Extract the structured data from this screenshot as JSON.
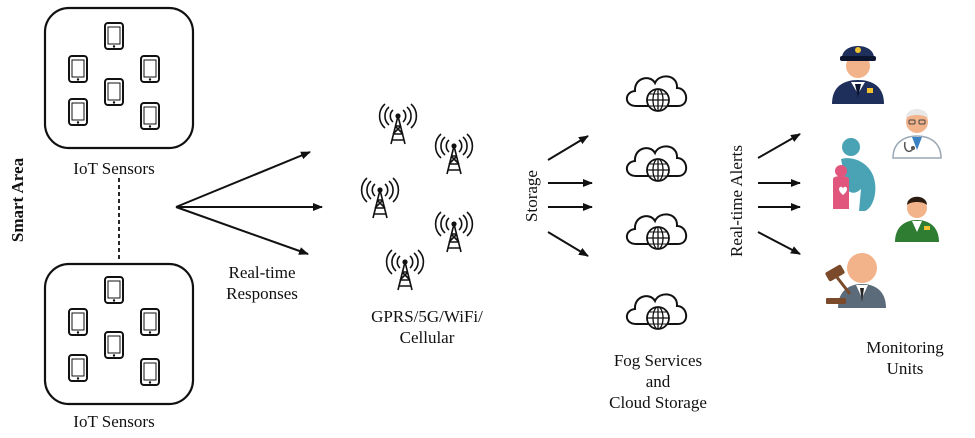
{
  "side_label": "Smart Area",
  "sensor_group_top": {
    "label": "IoT Sensors"
  },
  "sensor_group_bottom": {
    "label": "IoT Sensors"
  },
  "responses_label_line1": "Real-time",
  "responses_label_line2": "Responses",
  "network_label_line1": "GPRS/5G/WiFi/",
  "network_label_line2": "Cellular",
  "storage_label": "Storage",
  "fog_label_line1": "Fog Services",
  "fog_label_line2": "and",
  "fog_label_line3": "Cloud Storage",
  "alerts_label": "Real-time Alerts",
  "monitoring_label_line1": "Monitoring",
  "monitoring_label_line2": "Units",
  "icons": {
    "sensor": "smartphone-icon",
    "tower": "cell-tower-icon",
    "cloud": "cloud-globe-icon",
    "police": "police-officer-icon",
    "doctor": "doctor-icon",
    "family": "caregiver-family-icon",
    "ranger": "security-guard-icon",
    "judge": "judge-gavel-icon"
  },
  "colors": {
    "line": "#111111",
    "police": "#1f2f5c",
    "skin": "#f2b28a",
    "family_adult": "#4aa3b5",
    "family_child": "#e0567d",
    "ranger": "#2e7d32",
    "judge_gavel": "#7a4a2a"
  }
}
